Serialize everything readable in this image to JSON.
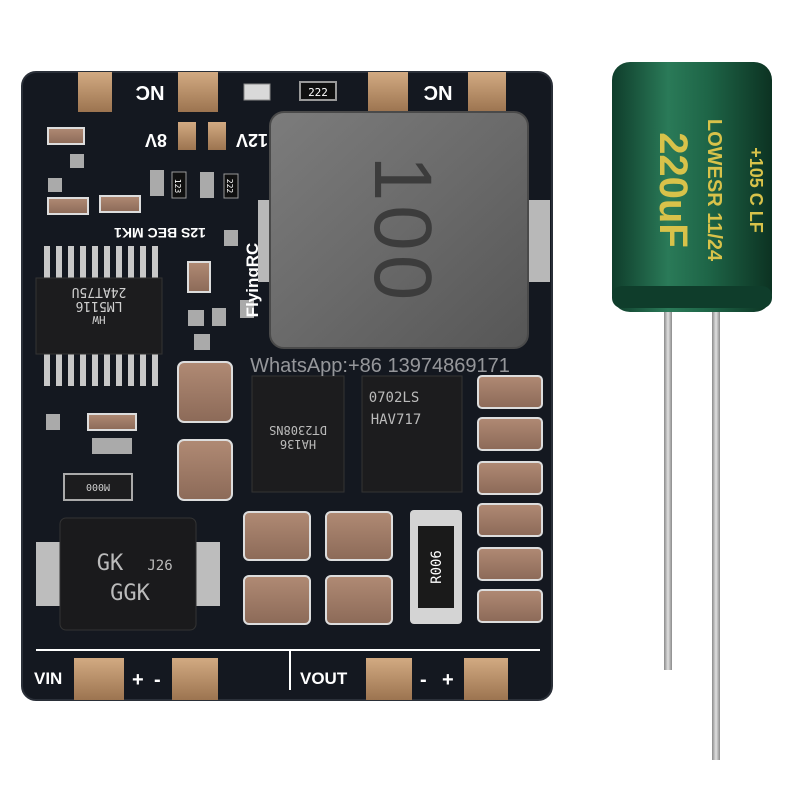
{
  "pcb": {
    "nc_left": "NC",
    "nc_right": "NC",
    "resistor_top": "222",
    "jumper_8v": "8V",
    "jumper_12v": "12V",
    "label_bec": "12S BEC MK1",
    "label_vendor": "FlyingRC",
    "inductor_code": "100",
    "ic_u1_line1": "24AT75U",
    "ic_u1_line2": "LM5116",
    "ic_u1_line3": "HW",
    "mosfet_left_line1": "DT2308NS",
    "mosfet_left_line2": "HA136",
    "mosfet_right_line1": "0702LS",
    "mosfet_right_line2": "HAV717",
    "shunt": "R006",
    "diode_line1": "GK",
    "diode_line2": "J26",
    "diode_line3": "GGK",
    "small_diode": "M000",
    "res_123": "123",
    "res_222": "222",
    "vin": "VIN",
    "vin_plus": "+",
    "vin_minus": "-",
    "vout": "VOUT",
    "vout_minus": "-",
    "vout_plus": "+"
  },
  "capacitor": {
    "value": "220uF",
    "series": "LOWESR 11/24",
    "top_text": "+105 C LF"
  },
  "watermark": "WhatsApp:+86 13974869171",
  "colors": {
    "board": "#141820",
    "silkscreen": "#ffffff",
    "copper_pad": "#b8906a",
    "cap_body": "#1f6a4e",
    "cap_text": "#d8c24a"
  }
}
